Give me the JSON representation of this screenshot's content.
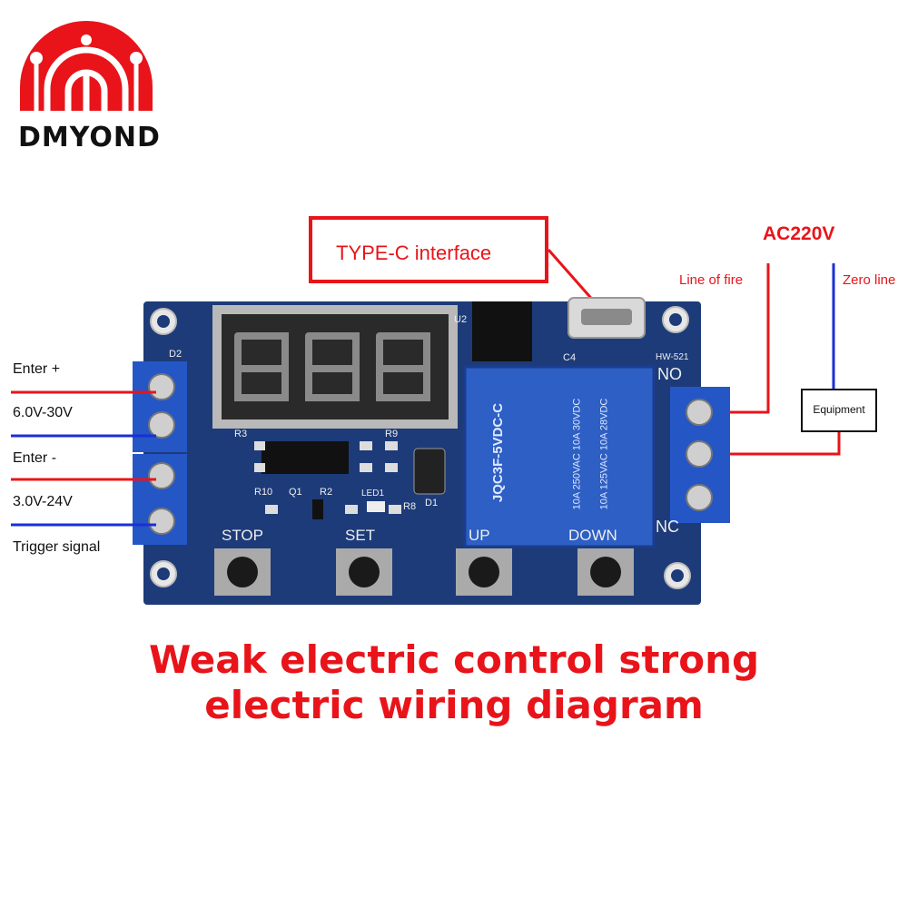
{
  "brand": {
    "name": "DMYOND",
    "logo_color": "#e8141a"
  },
  "callout": {
    "label": "TYPE-C interface"
  },
  "power": {
    "source": "AC220V",
    "line_of_fire": "Line of fire",
    "zero_line": "Zero line",
    "equipment": "Equipment"
  },
  "inputs": {
    "enter_plus": "Enter +",
    "range_1": "6.0V-30V",
    "enter_minus": "Enter -",
    "range_2": "3.0V-24V",
    "trigger": "Trigger signal"
  },
  "board": {
    "model": "HW-521",
    "relay_text_1": "JQC3F-5VDC-C",
    "relay_text_2": "10A 250VAC 10A 30VDC",
    "relay_text_3": "10A 125VAC 10A 28VDC",
    "buttons": [
      "STOP",
      "SET",
      "UP",
      "DOWN"
    ],
    "silk": {
      "d2": "D2",
      "u2": "U2",
      "c4": "C4",
      "r3": "R3",
      "r9": "R9",
      "r10": "R10",
      "q1": "Q1",
      "r2": "R2",
      "led1": "LED1",
      "r8": "R8",
      "d1": "D1",
      "no": "NO",
      "nc": "NC"
    }
  },
  "title": {
    "line1": "Weak electric control strong",
    "line2": "electric wiring diagram"
  },
  "colors": {
    "red": "#e8141a",
    "blue": "#1a2fd6",
    "pcb": "#1d3b78",
    "relay": "#2d5fc4"
  }
}
